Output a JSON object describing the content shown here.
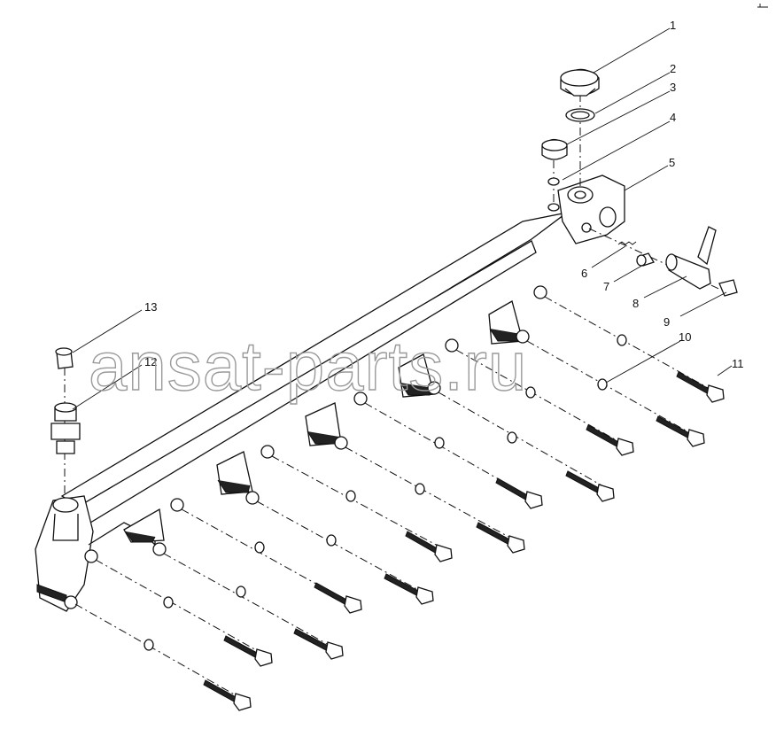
{
  "watermark": "ansat-parts.ru",
  "callouts": [
    {
      "label": "1"
    },
    {
      "label": "2"
    },
    {
      "label": "3"
    },
    {
      "label": "4"
    },
    {
      "label": "5"
    },
    {
      "label": "6"
    },
    {
      "label": "7"
    },
    {
      "label": "8"
    },
    {
      "label": "9"
    },
    {
      "label": "10"
    },
    {
      "label": "11"
    },
    {
      "label": "12"
    },
    {
      "label": "13"
    }
  ]
}
